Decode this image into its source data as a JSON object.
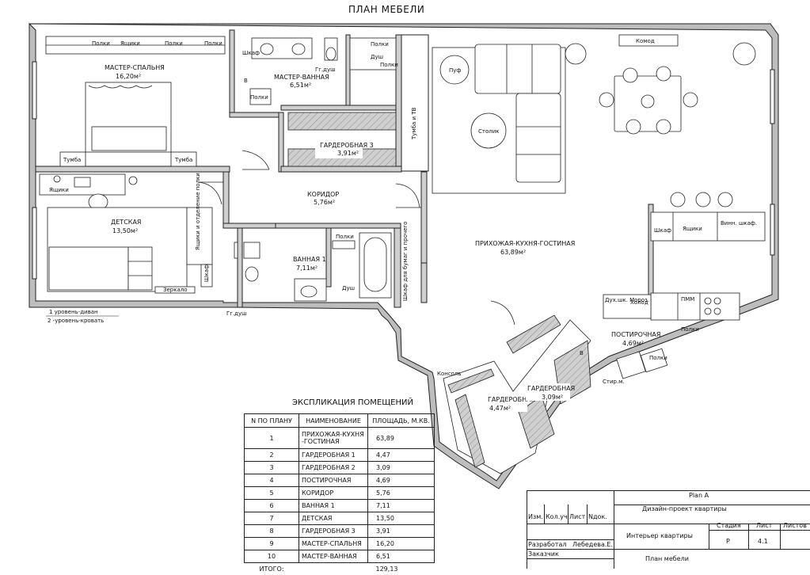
{
  "page_title": "ПЛАН МЕБЕЛИ",
  "rooms": {
    "master_bedroom": {
      "name": "МАСТЕР-СПАЛЬНЯ",
      "area": "16,20м²"
    },
    "master_bath": {
      "name": "МАСТЕР-ВАННАЯ",
      "area": "6,51м²"
    },
    "wardrobe3": {
      "name": "ГАРДЕРОБНАЯ 3",
      "area": "3,91м²"
    },
    "corridor": {
      "name": "КОРИДОР",
      "area": "5,76м²"
    },
    "kids": {
      "name": "ДЕТСКАЯ",
      "area": "13,50м²"
    },
    "bath1": {
      "name": "ВАННАЯ 1",
      "area": "7,11м²"
    },
    "living": {
      "name": "ПРИХОЖАЯ-КУХНЯ-ГОСТИНАЯ",
      "area": "63,89м²"
    },
    "laundry": {
      "name": "ПОСТИРОЧНАЯ",
      "area": "4,69м²"
    },
    "wardrobe1": {
      "name": "ГАРДЕРОБНАЯ",
      "area": "4,47м²"
    },
    "wardrobe2": {
      "name": "ГАРДЕРОБНАЯ",
      "area": "3,09м²"
    }
  },
  "furniture": {
    "shelf": "Полки",
    "drawers": "Ящики",
    "nightstand": "Тумба",
    "wardrobe": "Шкаф",
    "shower": "Душ",
    "handshower": "Гг.душ",
    "tv_stand": "Тумба и ТВ",
    "pouf": "Пуф",
    "coffee_table": "Столик",
    "dresser": "Комод",
    "wine_cabinet": "Винн. шкаф.",
    "dishwasher": "ПММ",
    "fridge": "Холод",
    "shoe_cab": "Дух.шк. Мороз.",
    "dryer": "Стир.м.",
    "console": "Консоль",
    "mirror": "Зеркало",
    "kids_drawers": "Ящики и отделение полки",
    "paper_cab": "Шкаф для бумаг и прочего",
    "level_note_1": "1 уровень-диван",
    "level_note_2": "2 -уровень-кровать",
    "door_b": "В"
  },
  "explication": {
    "title": "ЭКСПЛИКАЦИЯ ПОМЕЩЕНИЙ",
    "headers": [
      "N ПО ПЛАНУ",
      "НАИМЕНОВАНИЕ",
      "ПЛОЩАДЬ, М.КВ."
    ],
    "rows": [
      {
        "n": "1",
        "name": "ПРИХОЖАЯ-КУХНЯ -ГОСТИНАЯ",
        "area": "63,89"
      },
      {
        "n": "2",
        "name": "ГАРДЕРОБНАЯ 1",
        "area": "4,47"
      },
      {
        "n": "3",
        "name": "ГАРДЕРОБНАЯ 2",
        "area": "3,09"
      },
      {
        "n": "4",
        "name": "ПОСТИРОЧНАЯ",
        "area": "4,69"
      },
      {
        "n": "5",
        "name": "КОРИДОР",
        "area": "5,76"
      },
      {
        "n": "6",
        "name": "ВАННАЯ 1",
        "area": "7,11"
      },
      {
        "n": "7",
        "name": "ДЕТСКАЯ",
        "area": "13,50"
      },
      {
        "n": "8",
        "name": "ГАРДЕРОБНАЯ 3",
        "area": "3,91"
      },
      {
        "n": "9",
        "name": "МАСТЕР-СПАЛЬНЯ",
        "area": "16,20"
      },
      {
        "n": "10",
        "name": "МАСТЕР-ВАННАЯ",
        "area": "6,51"
      }
    ],
    "total_label": "ИТОГО:",
    "total_value": "129,13"
  },
  "stamp": {
    "plan": "Plan A",
    "project": "Дизайн-проект квартиры",
    "interior": "Интерьер квартиры",
    "plan_name": "План мебели",
    "izm": "Изм.",
    "kol": "Кол.уч",
    "list": "Лист",
    "ndok": "Nдок.",
    "stage_h": "Стадия",
    "list_h": "Лист",
    "lists_h": "Листов",
    "stage": "Р",
    "sheet": "4.1",
    "developed": "Разработал",
    "author": "Лебедева.Е.",
    "client": "Заказчик"
  }
}
